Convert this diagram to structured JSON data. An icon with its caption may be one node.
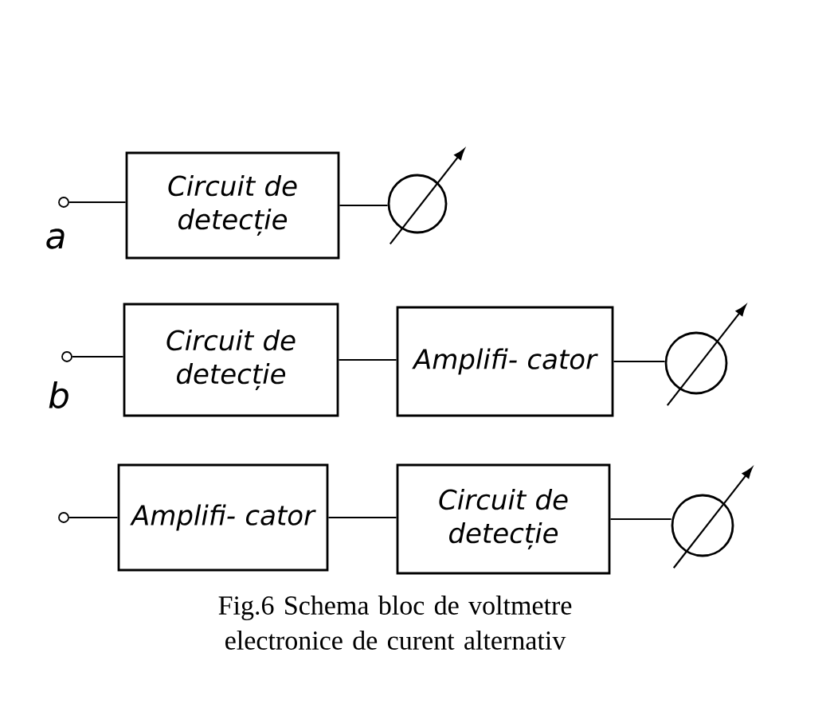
{
  "diagram": {
    "caption": "Fig.6 Schema bloc de voltmetre electronice de curent alternativ",
    "nodes": [
      {
        "text": [],
        "shape": "circle"
      },
      {
        "text": [
          "Circuit de detecție"
        ]
      },
      {
        "text": [],
        "shape": "circle"
      },
      {
        "text": [],
        "shape": "circle"
      },
      {
        "text": [
          "Circuit de detecție"
        ]
      },
      {
        "text": [
          "Amplifi- cator"
        ]
      },
      {
        "text": [],
        "shape": "circle"
      },
      {
        "text": [],
        "shape": "circle"
      },
      {
        "text": [
          "Amplifi- cator"
        ]
      },
      {
        "text": [
          "Circuit de detecție"
        ]
      },
      {
        "text": [],
        "shape": "circle"
      }
    ],
    "edges": [
      {
        "from": 0,
        "to": 1,
        "arrow": "none"
      },
      {
        "from": 1,
        "to": 2,
        "arrow": "none"
      },
      {
        "from": 3,
        "to": 4,
        "arrow": "none"
      },
      {
        "from": 4,
        "to": 5,
        "arrow": "none"
      },
      {
        "from": 5,
        "to": 6,
        "arrow": "none"
      },
      {
        "from": 7,
        "to": 8,
        "arrow": "none"
      },
      {
        "from": 8,
        "to": 9,
        "arrow": "none"
      },
      {
        "from": 9,
        "to": 10,
        "arrow": "none"
      }
    ],
    "labels": [
      "a",
      "b"
    ]
  }
}
